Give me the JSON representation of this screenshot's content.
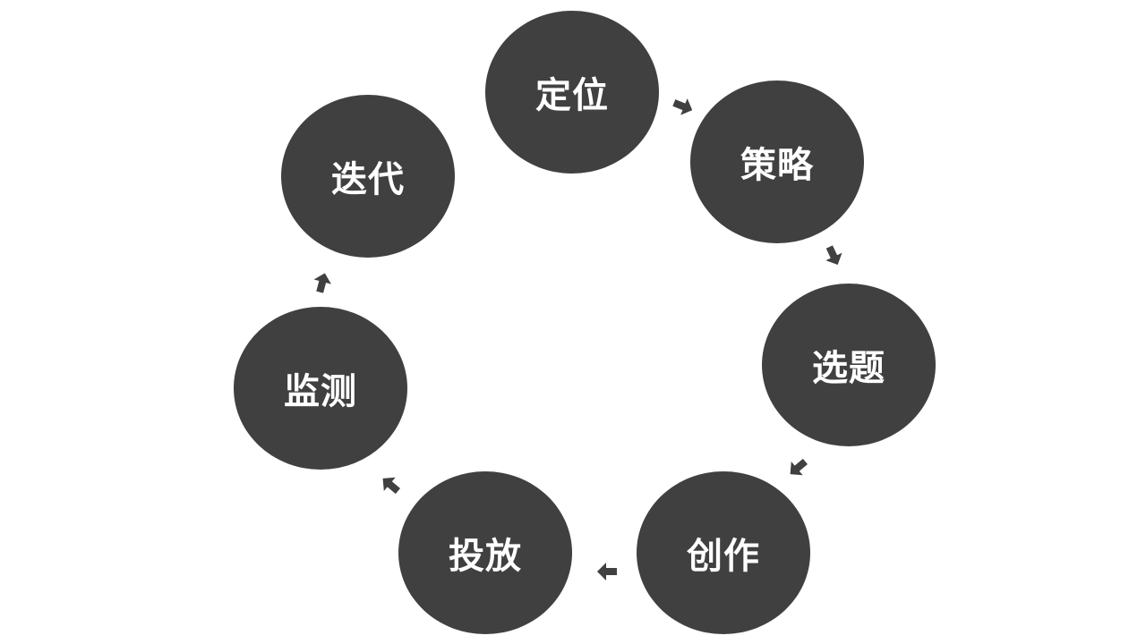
{
  "nodes": [
    {
      "label": "定位"
    },
    {
      "label": "策略"
    },
    {
      "label": "选题"
    },
    {
      "label": "创作"
    },
    {
      "label": "投放"
    },
    {
      "label": "监测"
    },
    {
      "label": "迭代"
    }
  ],
  "colors": {
    "node_fill": "#404040",
    "node_text": "#ffffff",
    "arrow": "#404040"
  }
}
